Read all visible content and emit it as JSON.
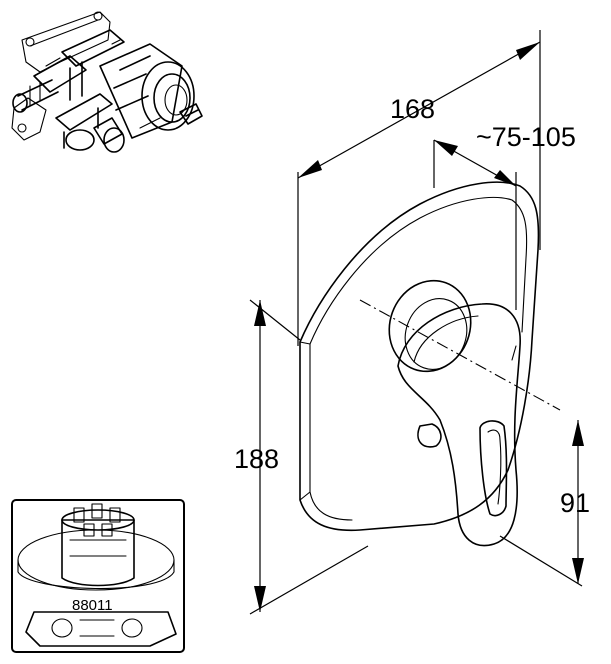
{
  "dimensions": {
    "width": "168",
    "depth": "~75-105",
    "height": "188",
    "handle_offset": "91"
  },
  "inset": {
    "part_number": "88011"
  },
  "colors": {
    "line": "#000000",
    "background": "#ffffff"
  }
}
